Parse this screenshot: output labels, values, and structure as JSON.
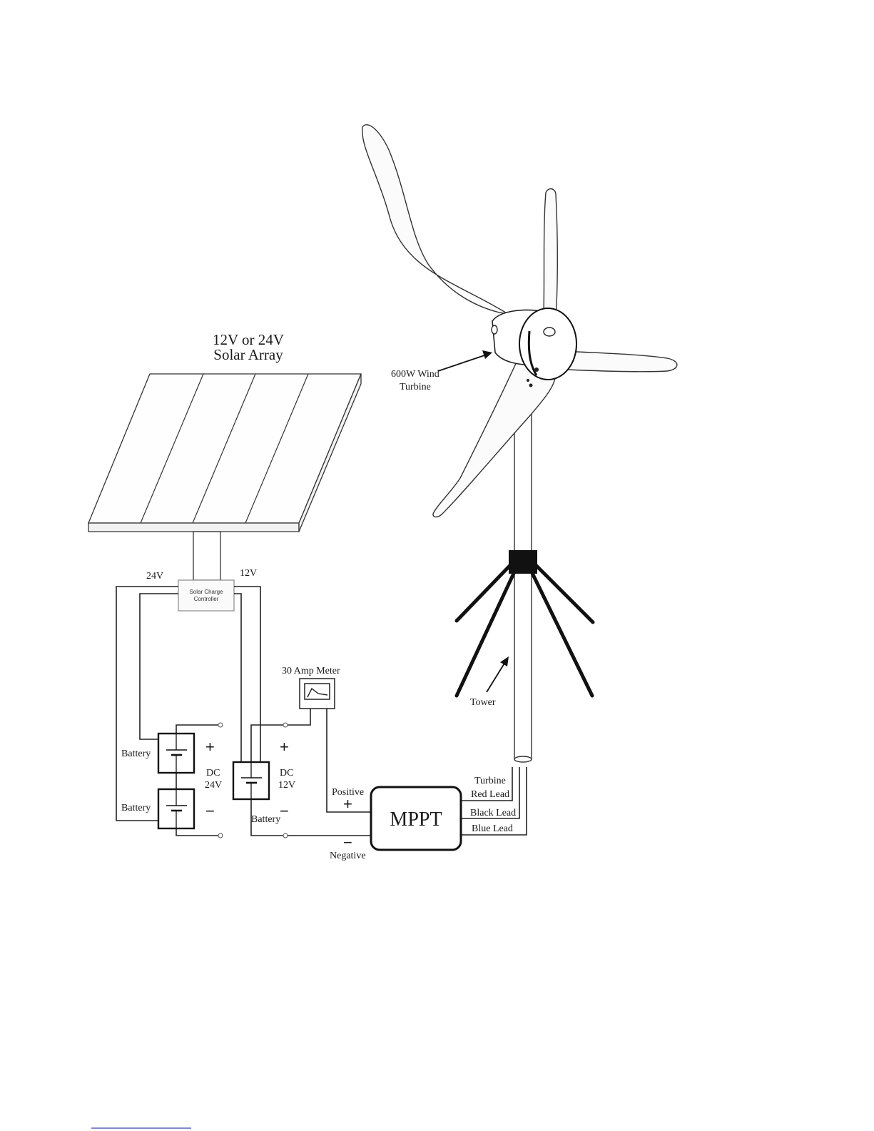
{
  "labels": {
    "solar_title_1": "12V or 24V",
    "solar_title_2": "Solar Array",
    "turbine_label_1": "600W Wind",
    "turbine_label_2": "Turbine",
    "tower_label": "Tower",
    "controller_line1": "Solar Charge",
    "controller_line2": "Controller",
    "v24_tap": "24V",
    "v12_tap": "12V",
    "amp_meter": "30 Amp Meter",
    "battery_top": "Battery",
    "battery_bottom": "Battery",
    "battery_12v": "Battery",
    "plus_24": "+",
    "minus_24": "−",
    "dc24_1": "DC",
    "dc24_2": "24V",
    "plus_12": "+",
    "minus_12": "−",
    "dc12_1": "DC",
    "dc12_2": "12V",
    "positive": "Positive",
    "positive_sign": "+",
    "negative": "Negative",
    "negative_sign": "−",
    "mppt": "MPPT",
    "turbine_red_1": "Turbine",
    "turbine_red_2": "Red Lead",
    "black_lead": "Black Lead",
    "blue_lead": "Blue Lead"
  },
  "colors": {
    "line": "#222222",
    "background": "#ffffff",
    "blade_fill": "#fbfbfb"
  }
}
